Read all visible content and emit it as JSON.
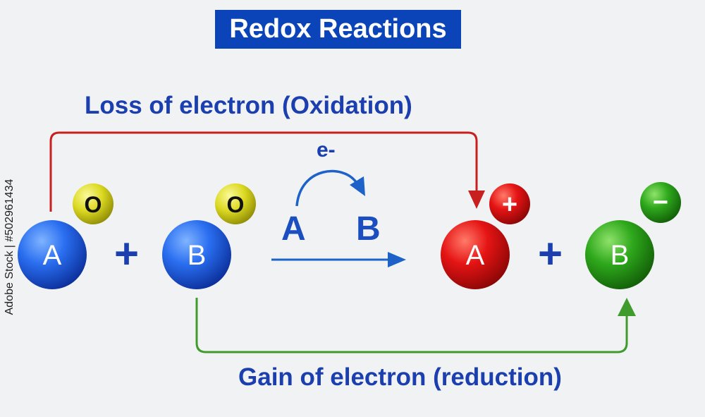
{
  "title": "Redox Reactions",
  "oxidation_label": "Loss of electron (Oxidation)",
  "reduction_label": "Gain of electron (reduction)",
  "electron_label": "e-",
  "transfer": {
    "from": "A",
    "to": "B"
  },
  "reactants": {
    "a": {
      "symbol": "A",
      "charge": "O"
    },
    "b": {
      "symbol": "B",
      "charge": "O"
    }
  },
  "products": {
    "a": {
      "symbol": "A",
      "charge": "+"
    },
    "b": {
      "symbol": "B",
      "charge": "−"
    }
  },
  "operators": {
    "plus": "+"
  },
  "side_text": "Adobe Stock | #502961434",
  "colors": {
    "title_bg": "#0b44b8",
    "label_text": "#1b3fae",
    "oxidation_line": "#c8201e",
    "reduction_line": "#3f9c2c",
    "reaction_arrow": "#1d62c8",
    "atom_blue": "#1f5fe0",
    "atom_red": "#e01010",
    "atom_green": "#28a018",
    "neutral_badge": "#d8d61e"
  }
}
